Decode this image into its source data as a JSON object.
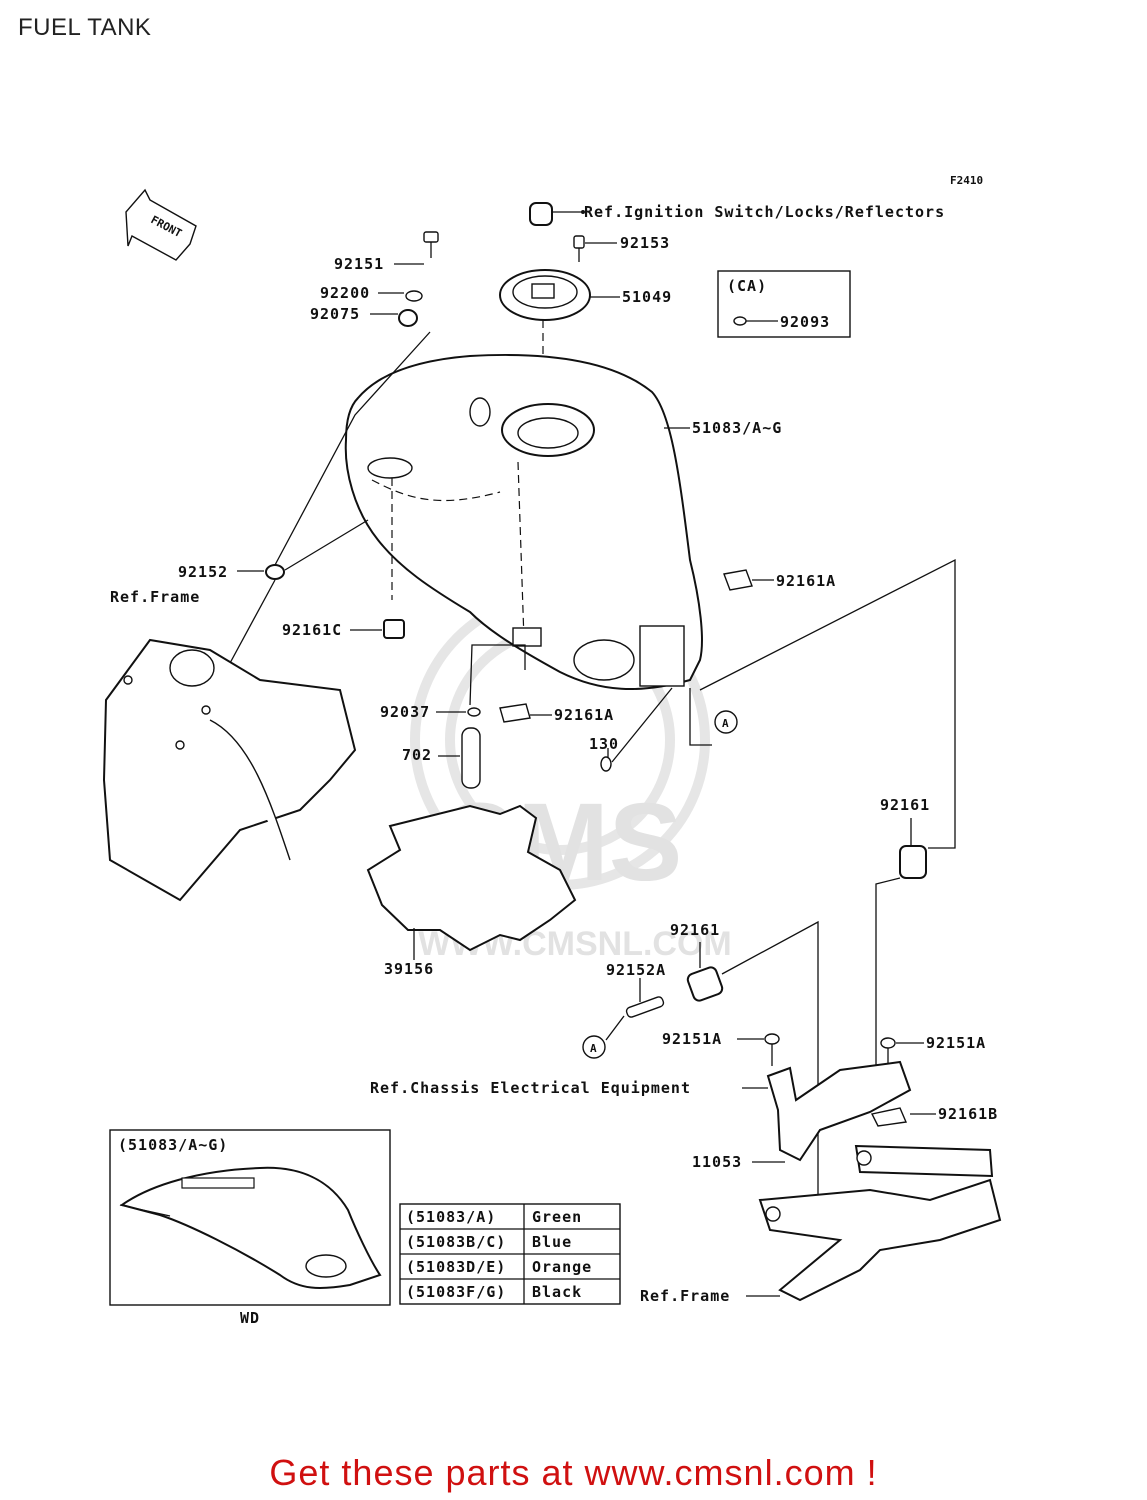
{
  "page_title": "FUEL TANK",
  "figure_code": "F2410",
  "front_marker": "FRONT",
  "callouts": {
    "ref_ignition": "Ref.Ignition Switch/Locks/Reflectors",
    "p92153": "92153",
    "p92151": "92151",
    "p92200": "92200",
    "p92075": "92075",
    "p51049": "51049",
    "ca_label": "(CA)",
    "p92093": "92093",
    "p51083": "51083/A~G",
    "p92161A_top": "92161A",
    "p92152": "92152",
    "ref_frame_left": "Ref.Frame",
    "p92161C": "92161C",
    "p92037": "92037",
    "p92161A_bottom": "92161A",
    "p130": "130",
    "p702": "702",
    "marker_a1": "A",
    "p92161_right": "92161",
    "p92161_mid": "92161",
    "p92152A": "92152A",
    "p39156": "39156",
    "marker_a2": "A",
    "p92151A_left": "92151A",
    "p92151A_right": "92151A",
    "ref_chassis": "Ref.Chassis Electrical Equipment",
    "p92161B": "92161B",
    "p11053": "11053",
    "ref_frame_bottom": "Ref.Frame"
  },
  "inset": {
    "title": "(51083/A~G)",
    "caption": "WD"
  },
  "color_table": [
    {
      "part": "(51083/A)",
      "color": "Green"
    },
    {
      "part": "(51083B/C)",
      "color": "Blue"
    },
    {
      "part": "(51083D/E)",
      "color": "Orange"
    },
    {
      "part": "(51083F/G)",
      "color": "Black"
    }
  ],
  "watermark": {
    "brand": "CMS",
    "url": "WWW.CMSNL.COM"
  },
  "footer": "Get these parts at www.cmsnl.com !",
  "colors": {
    "footer_text": "#d01010",
    "line_art": "#111111",
    "watermark": "#e2e2e2"
  }
}
